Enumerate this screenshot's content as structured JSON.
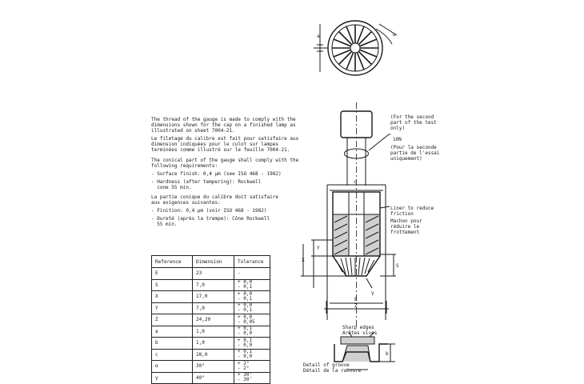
{
  "text_en_1": [
    "The thread of the gauge is made to comply with the",
    "dimensions shown for the cap on a finished lamp as",
    "illustrated on sheet 7004-21."
  ],
  "text_fr_1": [
    "Le filetage du calibre est fait pour satisfaire aux",
    "dimension indiquées pour le culot sur lampes",
    "terminées comme illustré sur le feuille 7004-21."
  ],
  "text_en_2": [
    "The conical part of the gauge shall comply with the",
    "following requirements:"
  ],
  "req_en_1": "- Surface finish: 0,4 µm (see ISO 468 - 1982)",
  "req_en_2": [
    "- Hardness (after tempering): Rockwell",
    "  cone 55 min."
  ],
  "text_fr_2": [
    "La partie conique du calibre doit satisfaire",
    "aux exigences suivantes:"
  ],
  "req_fr_1": "- Finition: 0,4 µm (voir ISO 468 - 1982)",
  "req_fr_2": [
    "- Dureté (après la trempe): Cône Rockwell",
    "  55 min."
  ],
  "table": {
    "headers": [
      "Reference",
      "Dimension",
      "Tolerance"
    ],
    "rows": [
      {
        "ref": "E",
        "dim": "23",
        "tol": [
          "-"
        ]
      },
      {
        "ref": "S",
        "dim": "7,0",
        "tol": [
          "+ 0,0",
          "- 0,1"
        ]
      },
      {
        "ref": "X",
        "dim": "17,0",
        "tol": [
          "+ 0,0",
          "- 0,1"
        ]
      },
      {
        "ref": "Y",
        "dim": "7,0",
        "tol": [
          "+ 0,0",
          "- 0,1"
        ]
      },
      {
        "ref": "Z",
        "dim": "24,20",
        "tol": [
          "+ 0,0",
          "- 0,05"
        ]
      },
      {
        "ref": "a",
        "dim": "1,0",
        "tol": [
          "+ 0,1",
          "- 0,0"
        ]
      },
      {
        "ref": "b",
        "dim": "1,0",
        "tol": [
          "+ 0,1",
          "- 0,0"
        ]
      },
      {
        "ref": "c",
        "dim": "28,0",
        "tol": [
          "+ 0,1",
          "- 0,0"
        ]
      },
      {
        "ref": "α",
        "dim": "30°",
        "tol": [
          "+ 2°",
          "- 2°"
        ]
      },
      {
        "ref": "γ",
        "dim": "40°",
        "tol": [
          "+ 30'",
          "- 30'"
        ]
      }
    ]
  },
  "labels": {
    "second_part": [
      "(For the second",
      "part of the test",
      "only)"
    ],
    "ten_n": "10N",
    "seconde_partie": [
      "(Pour la seconde",
      "partie de l'essai",
      "uniquement)"
    ],
    "liner": [
      "Liner to reduce",
      "friction"
    ],
    "machon": [
      "Machon pour",
      "réduire le",
      "frottement"
    ],
    "sharp_edges": [
      "Sharp edges",
      "Arêtes vives"
    ],
    "detail_groove": [
      "Detail of groove",
      "Détail de la rainure"
    ],
    "dim_a": "a",
    "dim_alpha": "α",
    "dim_c": "c",
    "dim_y": "Y",
    "dim_x": "X",
    "dim_s": "S",
    "dim_gamma": "γ",
    "dim_e": "E",
    "dim_z": "Z",
    "dim_b": "b"
  }
}
